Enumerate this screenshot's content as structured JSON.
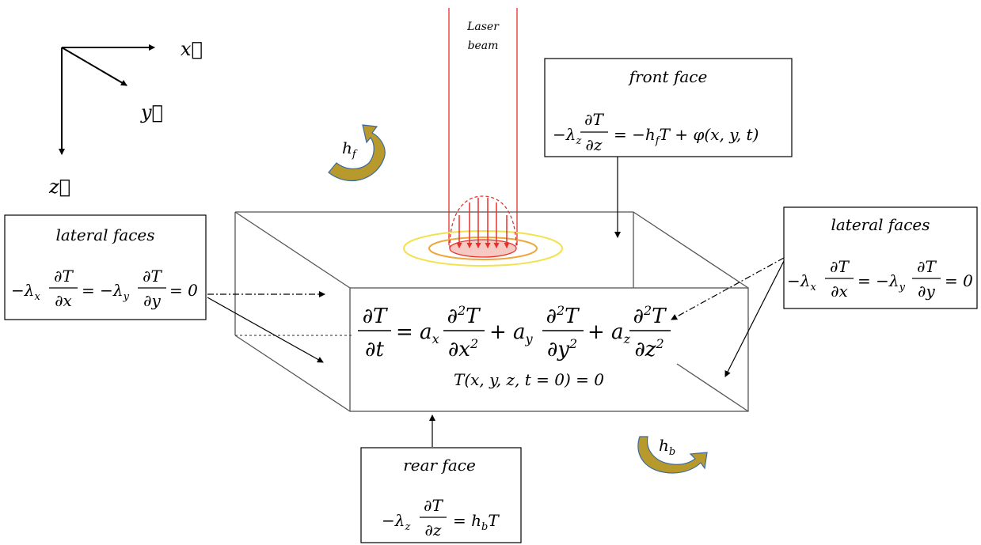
{
  "axes": {
    "x": "x⃗",
    "y": "y⃗",
    "z": "z⃗"
  },
  "laser": {
    "line1": "Laser",
    "line2": "beam"
  },
  "convection": {
    "front": "h_f",
    "back": "h_b"
  },
  "boxes": {
    "front": {
      "title": "front face",
      "equation": "−λ_z ∂T/∂z = −h_f T + φ(x, y, t)"
    },
    "lateral_left": {
      "title": "lateral faces",
      "equation": "−λ_x ∂T/∂x = −λ_y ∂T/∂y = 0"
    },
    "lateral_right": {
      "title": "lateral faces",
      "equation": "−λ_x ∂T/∂x = −λ_y ∂T/∂y = 0"
    },
    "rear": {
      "title": "rear face",
      "equation": "−λ_z ∂T/∂z = h_b T"
    }
  },
  "center": {
    "pde": "∂T/∂t = a_x ∂²T/∂x² + a_y ∂²T/∂y² + a_z ∂²T/∂z²",
    "initial_condition": "T(x, y, z, t = 0) = 0"
  },
  "colors": {
    "laser": "#e8302a",
    "ring_outer": "#f2e24a",
    "ring_mid": "#f0a73a",
    "hot_fill": "#f6c9c2",
    "arrow_fill": "#b89a2c",
    "arrow_edge": "#3c6aa0"
  }
}
